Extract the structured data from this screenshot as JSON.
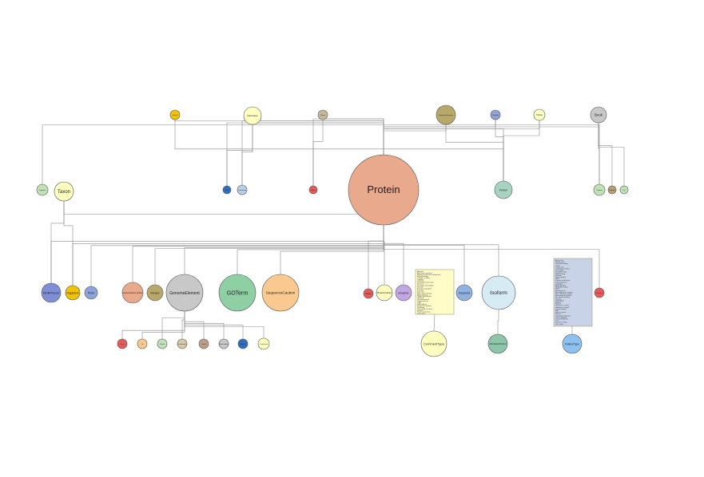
{
  "nodes": [
    {
      "id": "protein",
      "label": "Protein",
      "color": "#e8a98c"
    },
    {
      "id": "taxon",
      "label": "Taxon",
      "color": "#ffffc0"
    },
    {
      "id": "ncbitaxon",
      "label": "NCBITaxon",
      "color": "#7f8fd6"
    },
    {
      "id": "organism",
      "label": "Organism",
      "color": "#f2c300"
    },
    {
      "id": "plant",
      "label": "Plant",
      "color": "#8fa3d9"
    },
    {
      "id": "transmembrane",
      "label": "transmembrane protein",
      "color": "#e8a98c"
    },
    {
      "id": "interpro",
      "label": "Interpro",
      "color": "#b8a86a"
    },
    {
      "id": "genomeelement",
      "label": "GenomeElement",
      "color": "#c8c8c8"
    },
    {
      "id": "goterm",
      "label": "GOTerm",
      "color": "#8ecfa3"
    },
    {
      "id": "sequencecaution",
      "label": "SequenceCaution",
      "color": "#f9c98f"
    },
    {
      "id": "kinase",
      "label": "Kinase",
      "color": "#e55a5a"
    },
    {
      "id": "phosphorylation",
      "label": "Phosphorylation",
      "color": "#ffffc0"
    },
    {
      "id": "enzyme",
      "label": "Enzyme",
      "color": "#c3a6e6"
    },
    {
      "id": "keyword",
      "label": "Keyword",
      "color": "#8fb2e0"
    },
    {
      "id": "isoform",
      "label": "Isoform",
      "color": "#d7ebf5"
    },
    {
      "id": "commenttype",
      "label": "CommentType",
      "color": "#ffffc0"
    },
    {
      "id": "alternativeproduct",
      "label": "AlternativeProduct",
      "color": "#8ec4a8"
    },
    {
      "id": "featuretype",
      "label": "FeatureType",
      "color": "#8fc1f0"
    },
    {
      "id": "feature",
      "label": "Feature",
      "color": "#e55a5a"
    },
    {
      "id": "person",
      "label": "Person",
      "color": "#a6d4c0"
    },
    {
      "id": "book",
      "label": "Book",
      "color": "#c8c8c8"
    },
    {
      "id": "citation",
      "label": "Citation",
      "color": "#bfe3b5"
    },
    {
      "id": "submission",
      "label": "Submission",
      "color": "#ffffc0"
    },
    {
      "id": "journal",
      "label": "Journal",
      "color": "#f2c300"
    },
    {
      "id": "patent",
      "label": "Patent",
      "color": "#c8b89a"
    },
    {
      "id": "unpublished",
      "label": "UnpublishedObservations",
      "color": "#b8a86a"
    },
    {
      "id": "thesis",
      "label": "Thesis",
      "color": "#ffffc0"
    },
    {
      "id": "databasecitation",
      "label": "Database",
      "color": "#8fa3d9"
    },
    {
      "id": "organism2",
      "label": "Organism",
      "color": "#bfe3b5"
    },
    {
      "id": "node_blue",
      "label": "Node",
      "color": "#2f6fc0"
    },
    {
      "id": "consortium",
      "label": "Consortium",
      "color": "#b8cfe8"
    },
    {
      "id": "author",
      "label": "Author",
      "color": "#e55a5a"
    },
    {
      "id": "publisher",
      "label": "Publisher",
      "color": "#b8a070"
    },
    {
      "id": "city",
      "label": "City",
      "color": "#bfe3b5"
    },
    {
      "id": "gp_red",
      "label": "Gene",
      "color": "#e55a5a"
    },
    {
      "id": "gp_orange",
      "label": "Orf",
      "color": "#f9c98f"
    },
    {
      "id": "gp_green",
      "label": "Plasmid",
      "color": "#bfe3b5"
    },
    {
      "id": "gp_tan",
      "label": "Nucleomorph",
      "color": "#d9c9a8"
    },
    {
      "id": "gp_brown",
      "label": "Plastid",
      "color": "#b8a086"
    },
    {
      "id": "gp_gray",
      "label": "Mitochondrion",
      "color": "#c8c8c8"
    },
    {
      "id": "gp_blue",
      "label": "Molecule",
      "color": "#2f6fc0"
    },
    {
      "id": "gp_yellow",
      "label": "Chromosome",
      "color": "#ffffc0"
    }
  ],
  "comment_list": {
    "items": [
      "Allergen",
      "Alternative products",
      "Biophysicochemical properties",
      "Biotechnology",
      "Catalytic activity",
      "Caution",
      "Cofactor",
      "Developmental stage",
      "Disease",
      "Disruption phenotype",
      "Domain",
      "Enzyme regulation",
      "Function",
      "Induction",
      "Mass spectrometry",
      "Miscellaneous",
      "Online information",
      "Pathway",
      "Pharmaceutical",
      "Polymorphism",
      "PTM",
      "RNA editing",
      "Sequence caution",
      "Similarity",
      "Subcellular location",
      "Subunit",
      "Tissue specificity",
      "Toxic dose"
    ]
  },
  "feature_list": {
    "items": [
      "Active site",
      "Binding site",
      "Calcium binding",
      "Chain",
      "Coiled coil",
      "Compositional bias",
      "Cross-link",
      "Disulfide bond",
      "DNA binding",
      "Domain",
      "Glycosylation",
      "Helix",
      "Initiator methionine",
      "Intramembrane",
      "Lipidation",
      "Metal binding",
      "Modified residue",
      "Motif",
      "Mutagenesis",
      "Non-adjacent residues",
      "Non-standard residue",
      "Non-terminal residue",
      "Nucleotide binding",
      "Peptide",
      "Propeptide",
      "Region",
      "Repeat",
      "Sequence conflict",
      "Sequence variant",
      "Signal peptide",
      "Site",
      "Splice variant",
      "Strand",
      "Topological domain",
      "Transit peptide",
      "Transmembrane",
      "Turn",
      "Unsure residue",
      "Zinc finger"
    ]
  },
  "colors": {
    "edge": "#8a8a8a",
    "comment_panel": "#fffcc8",
    "feature_panel": "#c9d3e8"
  }
}
